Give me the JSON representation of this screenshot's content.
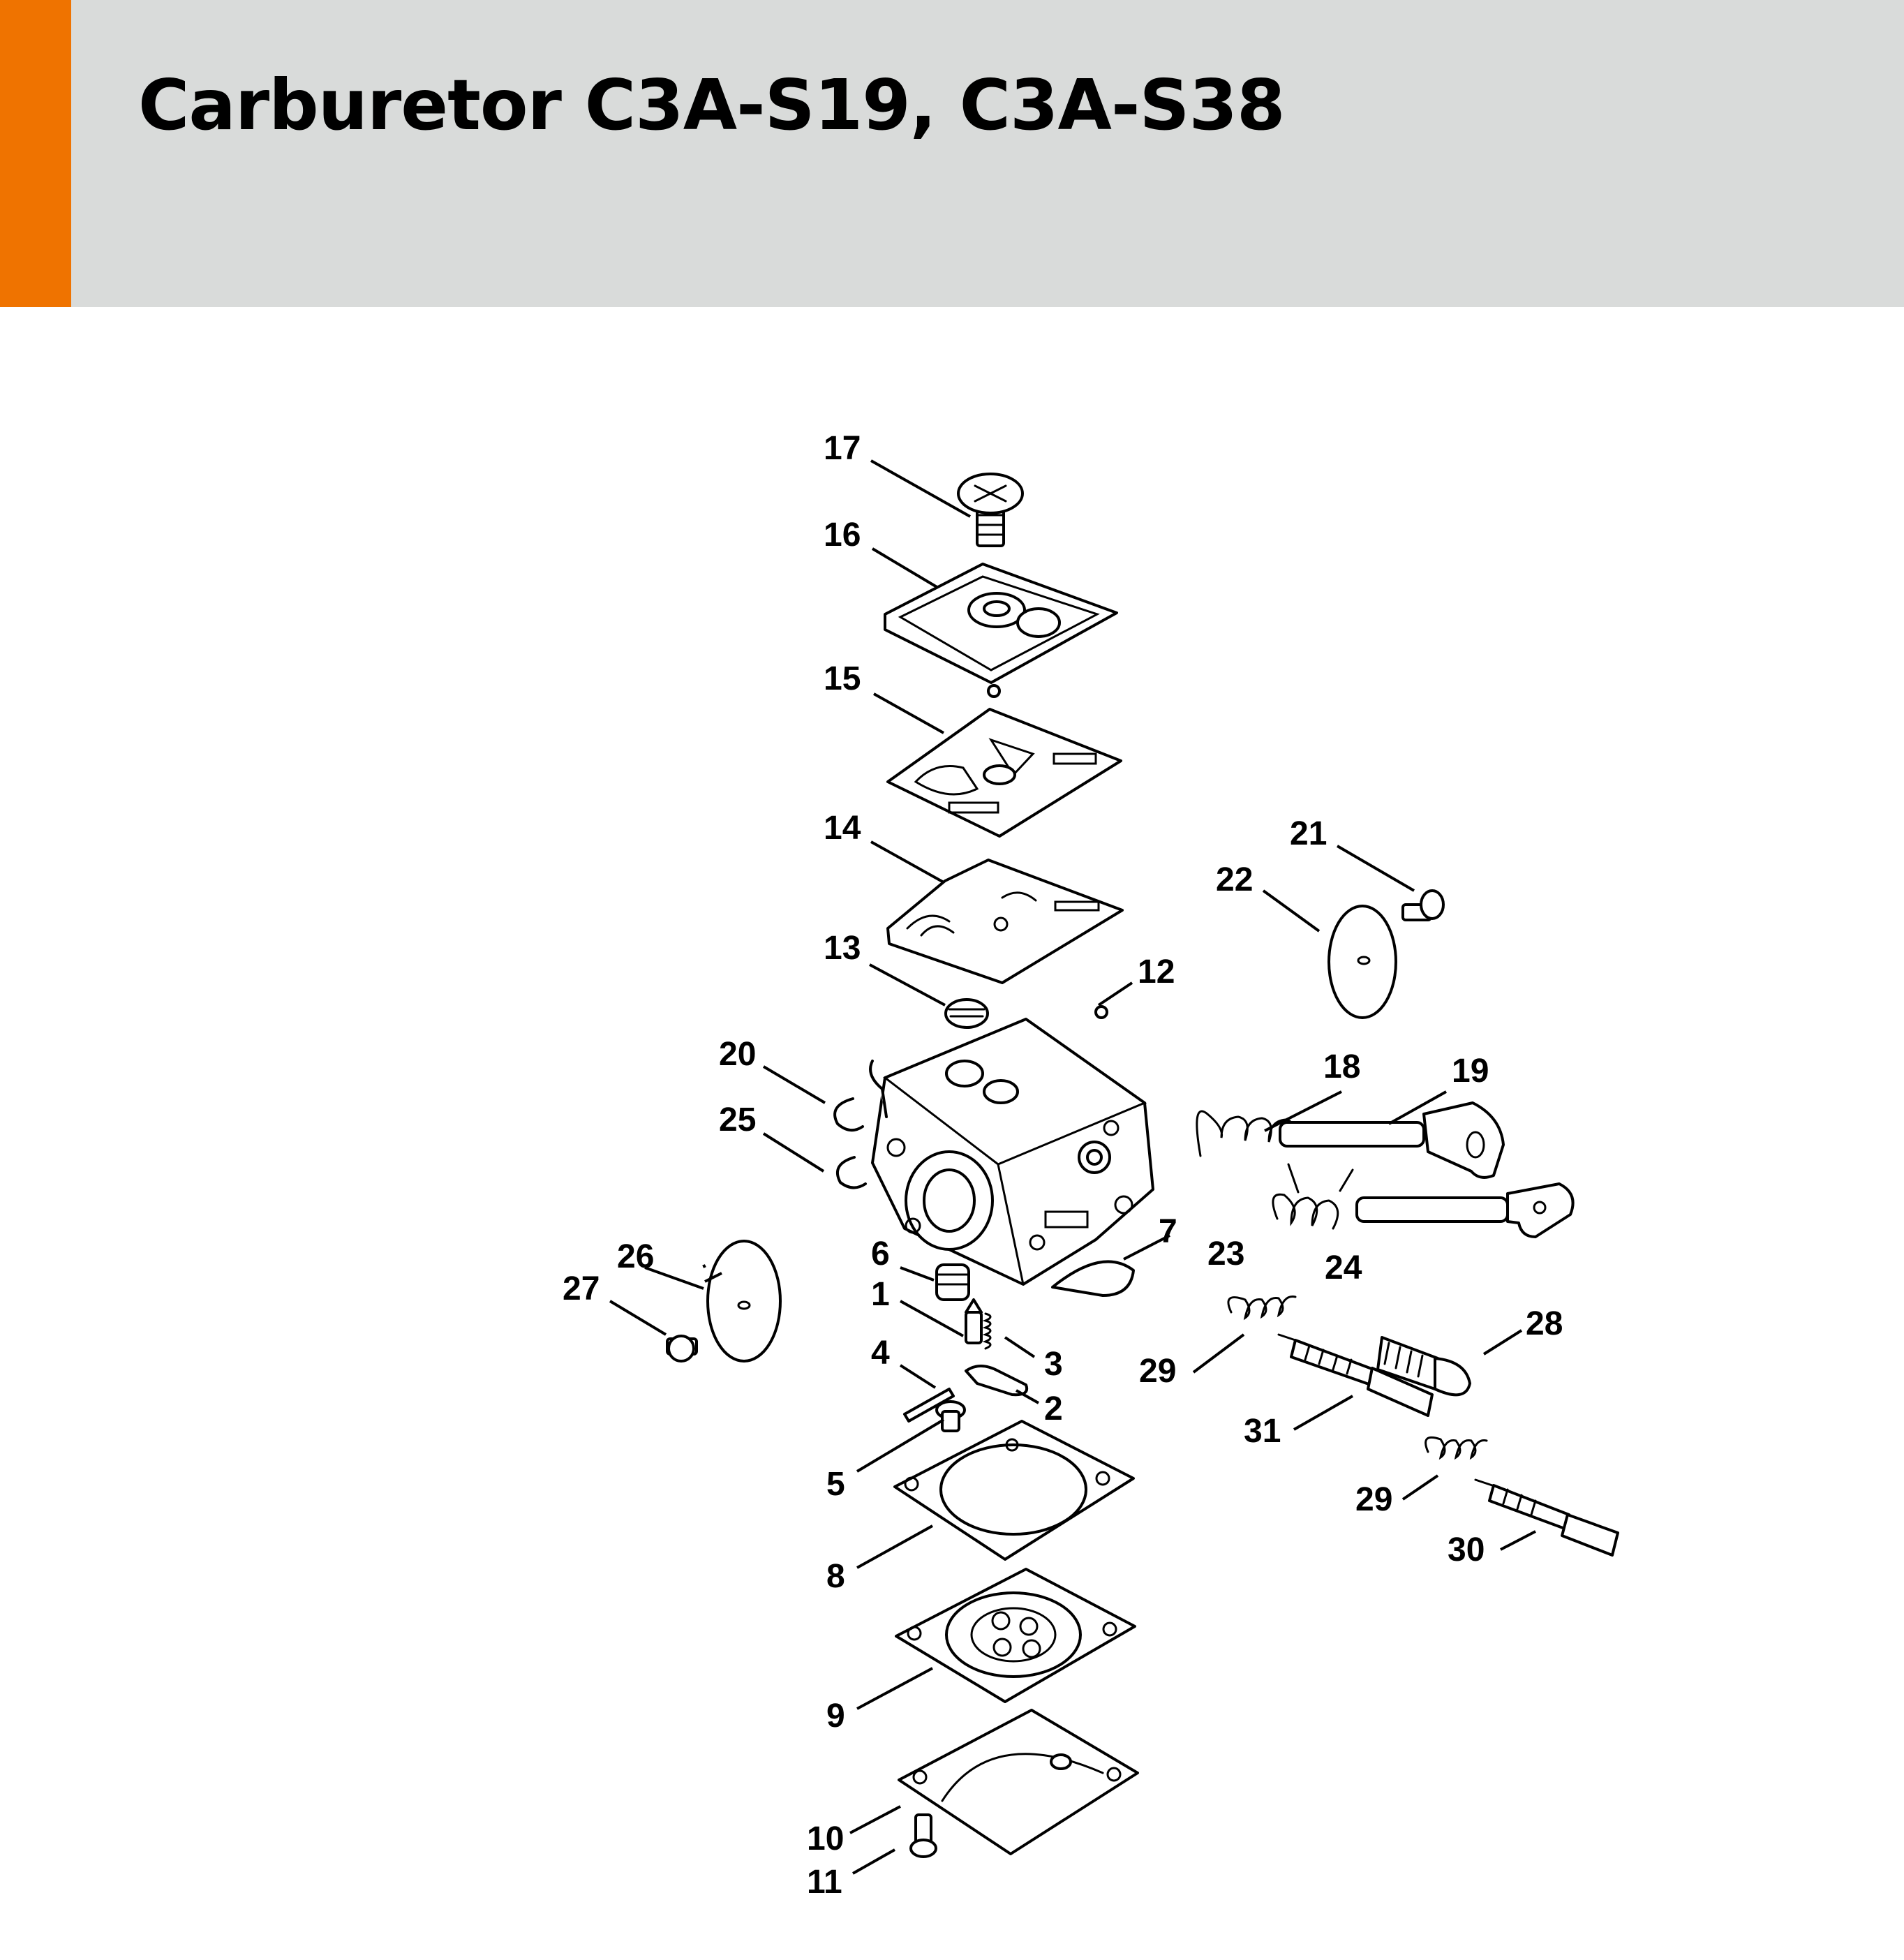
{
  "header": {
    "title": "Carburetor C3A-S19, C3A-S38",
    "accent_color": "#ef7300",
    "background_color": "#d9dbda"
  },
  "diagram": {
    "part_numbers": [
      "1",
      "2",
      "3",
      "4",
      "5",
      "6",
      "7",
      "8",
      "9",
      "10",
      "11",
      "12",
      "13",
      "14",
      "15",
      "16",
      "17",
      "18",
      "19",
      "20",
      "21",
      "22",
      "23",
      "24",
      "25",
      "26",
      "27",
      "28",
      "29",
      "29",
      "30",
      "31"
    ]
  }
}
